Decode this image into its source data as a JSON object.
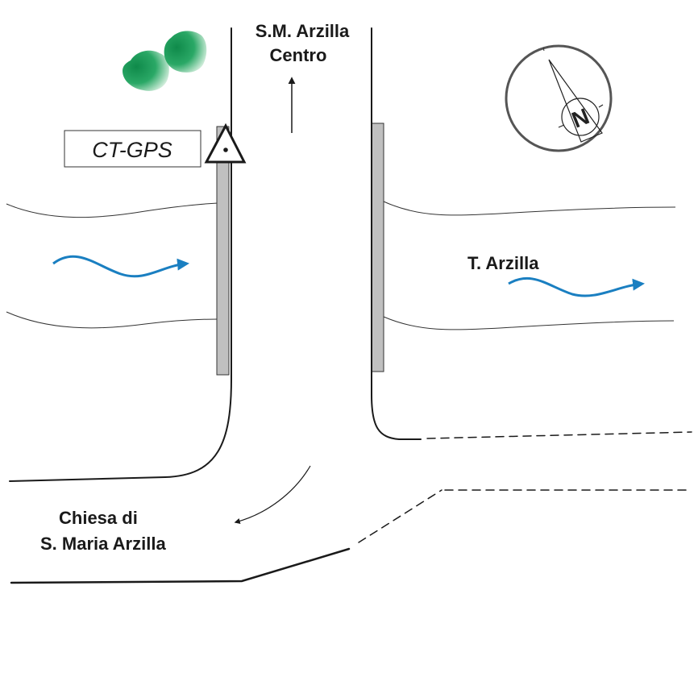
{
  "labels": {
    "destination_line1": "S.M. Arzilla",
    "destination_line2": "Centro",
    "station": "CT-GPS",
    "river": "T. Arzilla",
    "church_line1": "Chiesa di",
    "church_line2": "S. Maria Arzilla",
    "north": "N"
  },
  "colors": {
    "road": "#1a1a1a",
    "bridge_rail": "#c0c0c0",
    "river_flow": "#1a7fc1",
    "tree": "#1e9a5a",
    "compass_ring": "#555555"
  },
  "icons": {
    "station_marker": "triangle-dot-icon",
    "trees": "tree-icon",
    "compass": "north-arrow-icon"
  }
}
